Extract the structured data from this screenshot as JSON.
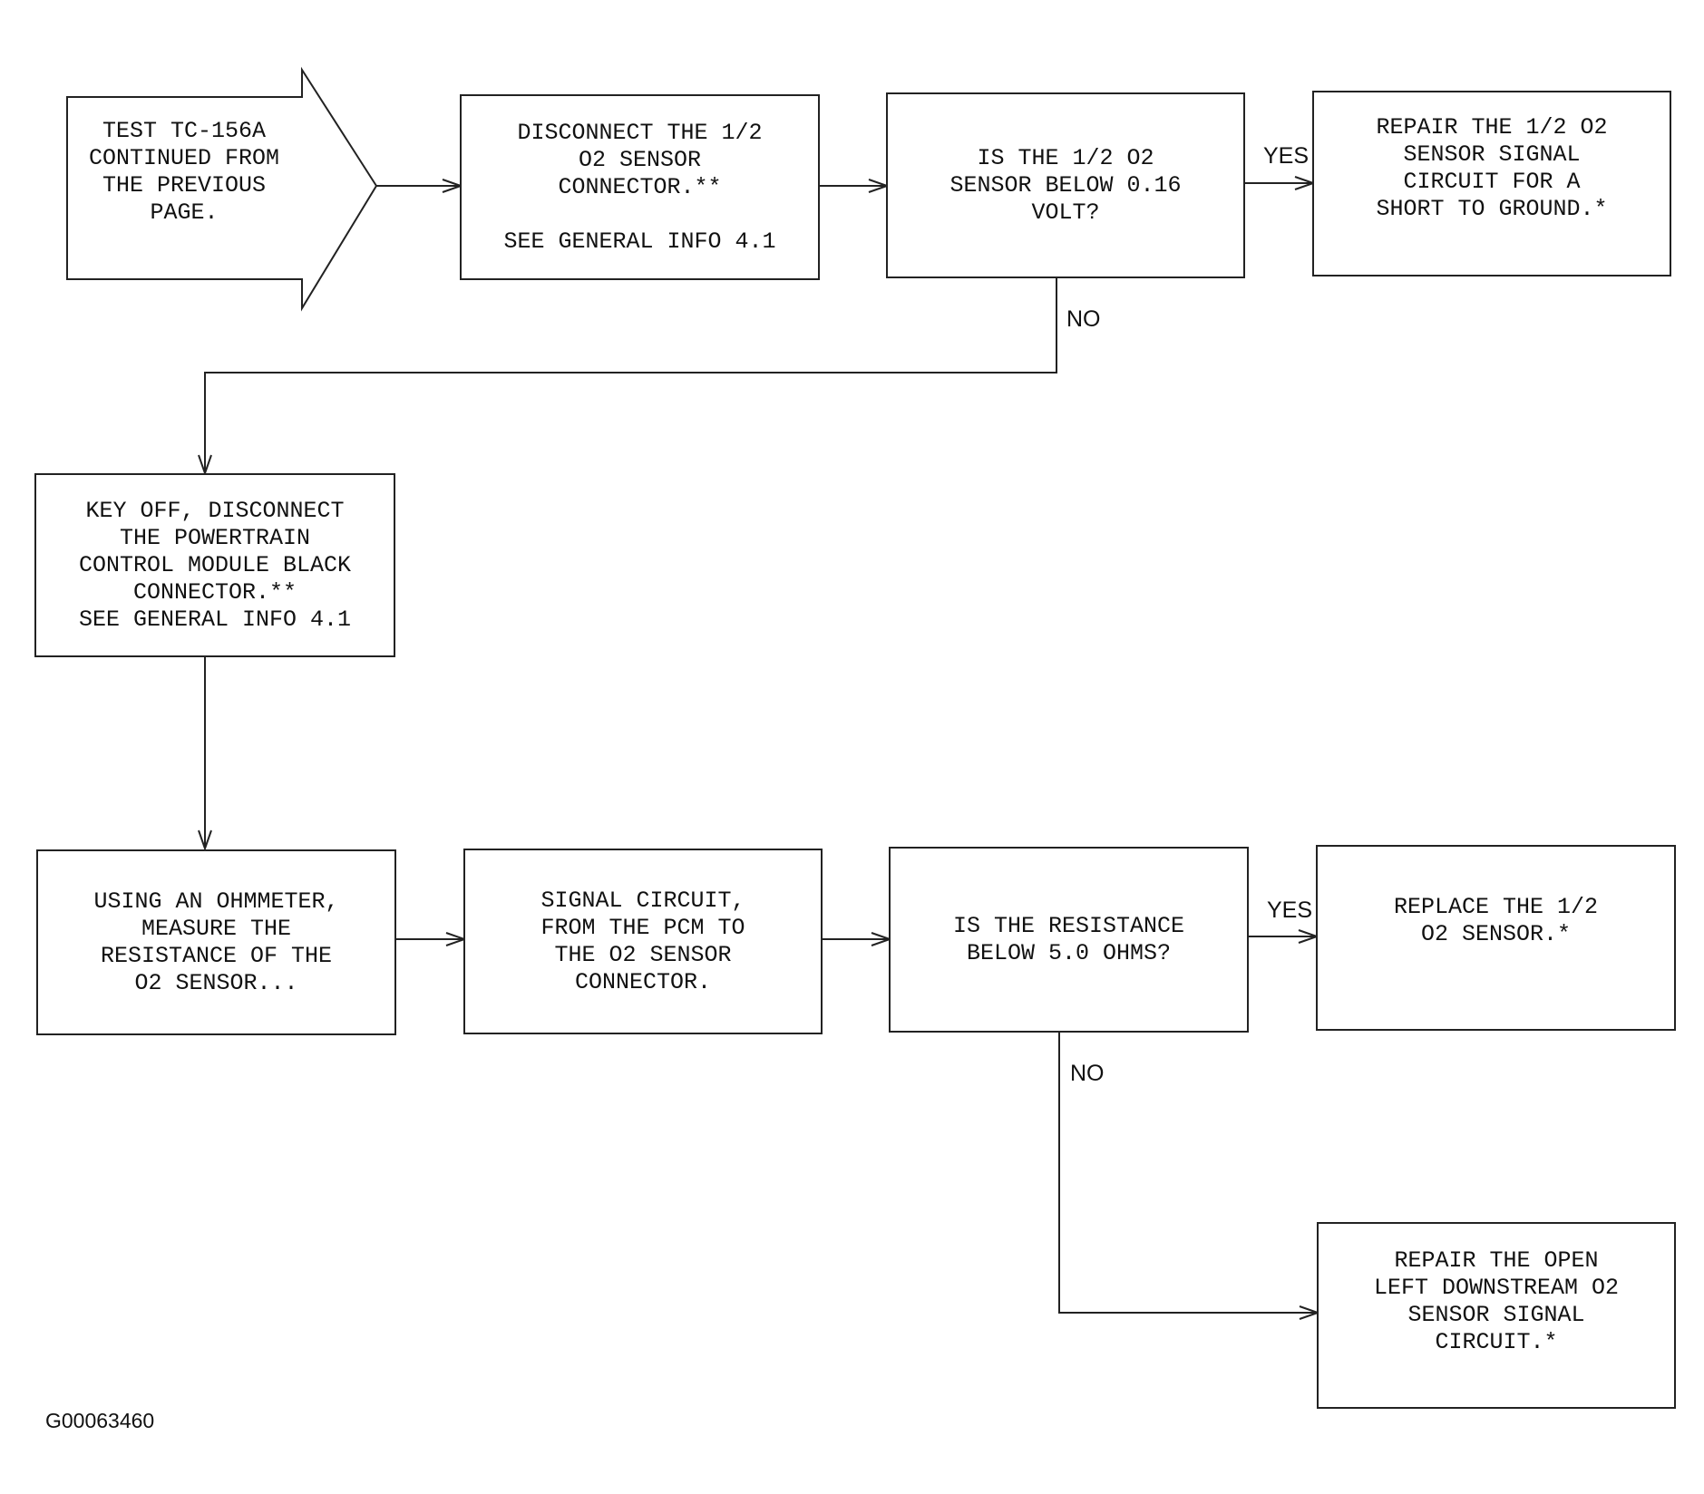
{
  "nodes": {
    "start": "TEST TC-156A\nCONTINUED FROM\nTHE PREVIOUS\nPAGE.",
    "disconnect_o2": "DISCONNECT THE 1/2\nO2 SENSOR\nCONNECTOR.**\n\nSEE GENERAL INFO 4.1",
    "q_voltage": "IS THE 1/2 O2\nSENSOR BELOW 0.16\nVOLT?",
    "repair_short": "REPAIR THE 1/2 O2\nSENSOR SIGNAL\nCIRCUIT FOR A\nSHORT TO GROUND.*",
    "key_off": "KEY OFF, DISCONNECT\nTHE POWERTRAIN\nCONTROL MODULE BLACK\nCONNECTOR.**\nSEE GENERAL INFO 4.1",
    "ohmmeter": "USING AN OHMMETER,\nMEASURE THE\nRESISTANCE OF THE\nO2 SENSOR...",
    "signal_circuit": "SIGNAL CIRCUIT,\nFROM THE PCM TO\nTHE O2 SENSOR\nCONNECTOR.",
    "q_resistance": "IS THE RESISTANCE\nBELOW 5.0 OHMS?",
    "replace_sensor": "REPLACE THE 1/2\nO2 SENSOR.*",
    "repair_open": "REPAIR THE OPEN\nLEFT DOWNSTREAM O2\nSENSOR SIGNAL\nCIRCUIT.*"
  },
  "edge_labels": {
    "yes_1": "YES",
    "no_1": "NO",
    "yes_2": "YES",
    "no_2": "NO"
  },
  "figure_id": "G00063460"
}
